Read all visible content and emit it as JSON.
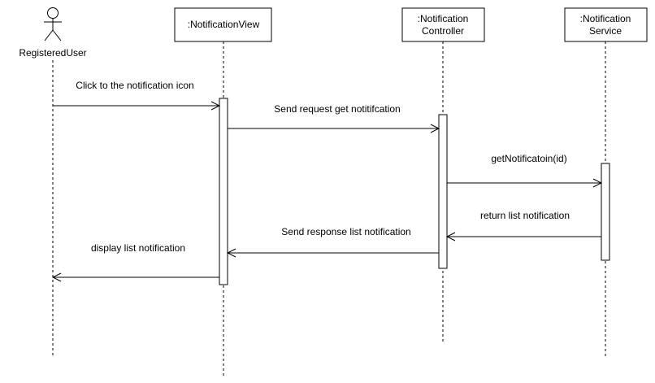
{
  "participants": [
    {
      "id": "user",
      "label": "RegisteredUser",
      "kind": "actor"
    },
    {
      "id": "view",
      "label": ":NotificationView",
      "kind": "box"
    },
    {
      "id": "controller",
      "label_lines": [
        ":Notification",
        "Controller"
      ],
      "kind": "box"
    },
    {
      "id": "service",
      "label_lines": [
        ":Notification",
        "Service"
      ],
      "kind": "box"
    }
  ],
  "messages": [
    {
      "from": "user",
      "to": "view",
      "label": "Click to the notification icon",
      "type": "sync"
    },
    {
      "from": "view",
      "to": "controller",
      "label": "Send request get notitifcation",
      "type": "sync"
    },
    {
      "from": "controller",
      "to": "service",
      "label": "getNotificatoin(id)",
      "type": "sync"
    },
    {
      "from": "service",
      "to": "controller",
      "label": "return list notification",
      "type": "return"
    },
    {
      "from": "controller",
      "to": "view",
      "label": "Send response list notification",
      "type": "return"
    },
    {
      "from": "view",
      "to": "user",
      "label": "display list notification",
      "type": "return"
    }
  ],
  "colors": {
    "stroke": "#000000",
    "fill": "#ffffff",
    "text": "#000000"
  }
}
